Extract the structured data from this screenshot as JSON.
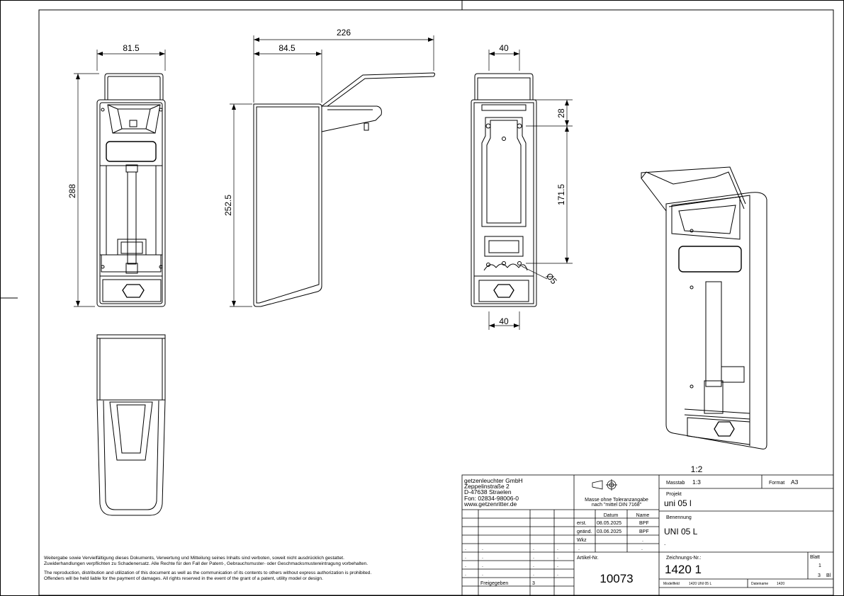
{
  "dimensions": {
    "front_width": "81.5",
    "front_height": "288",
    "side_depth": "84.5",
    "side_total": "226",
    "side_height": "252.5",
    "back_top_width": "40",
    "back_top_offset": "28",
    "back_hole_spacing": "171.5",
    "back_bottom_width": "40",
    "back_hole_diameter": "Ø5"
  },
  "iso_scale": "1:2",
  "title_block": {
    "company_lines": [
      "getzenleuchter GmbH",
      "Zeppelinstraße 2",
      "D-47638 Straelen",
      "Fon: 02834-98006-0",
      "www.getzenritter.de"
    ],
    "tolerance_line1": "Masse ohne Toleranzangabe",
    "tolerance_line2": "nach \"mittel DIN 7168\"",
    "scale_label": "Masstab",
    "scale_value": "1:3",
    "format_label": "Format",
    "format_value": "A3",
    "project_label": "Projekt",
    "project_value": "uni 05 l",
    "designation_label": "Benennung",
    "designation_value": "UNI 05 L",
    "designation_extra": ".",
    "date_header": "Datum",
    "name_header": "Name",
    "rows": [
      {
        "label": "erst.",
        "date": "08.05.2025",
        "name": "BPF"
      },
      {
        "label": "geänd.",
        "date": "03.06.2025",
        "name": "BPF"
      },
      {
        "label": "Wkz",
        "date": "",
        "name": "."
      }
    ],
    "article_label": "Artikel-Nr.",
    "article_value": "10073",
    "drawing_label": "Zeichnungs-Nr.:",
    "drawing_value": "1420  1",
    "sheet_label": "Blatt",
    "sheet_value": "1",
    "sheet_total": "3",
    "sheet_suffix": "Bl",
    "release_label": "Freigegeben",
    "release_value": "3",
    "model_label": "Modellfeld",
    "model_value": "1420 UNI 05 L",
    "file_label": "Dateiname",
    "file_value": "1420",
    "dot": "."
  },
  "notes": {
    "de": "Weitergabe sowie Vervielfältigung dieses Dokuments, Verwertung und Mitteilung seines Inhalts sind verboten, soweit nicht ausdrücklich gestattet.",
    "de2": "Zuwiderhandlungen verpflichten zu Schadenersatz. Alle Rechte für den Fall der Patent-, Gebrauchsmuster- oder Geschmacksmustereintragung vorbehalten.",
    "en": "The reproduction, distribution and utilization of this document as well as the communication of its contents to others without express authorization is prohibited.",
    "en2": "Offenders will be held liable for the payment of damages. All rights reserved in the event of the grant of a patent, utility model or design."
  }
}
